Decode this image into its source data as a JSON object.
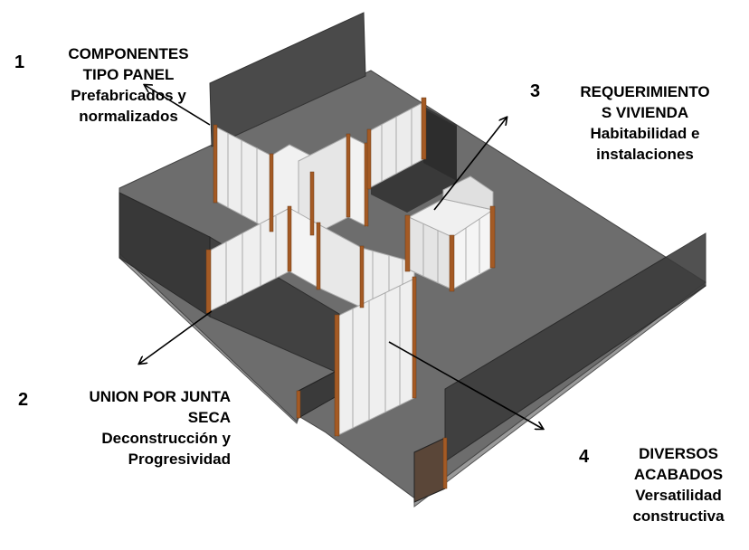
{
  "annotations": [
    {
      "number": "1",
      "title_line1": "COMPONENTES",
      "title_line2": "TIPO PANEL",
      "desc_line1": "Prefabricados y",
      "desc_line2": "normalizados"
    },
    {
      "number": "2",
      "title_line1": "UNION POR JUNTA",
      "title_line2": "SECA",
      "desc_line1": "Deconstrucción y",
      "desc_line2": "Progresividad"
    },
    {
      "number": "3",
      "title_line1": "REQUERIMIENTO",
      "title_line2": "S VIVIENDA",
      "desc_line1": "Habitabilidad e",
      "desc_line2": "instalaciones"
    },
    {
      "number": "4",
      "title_line1": "DIVERSOS",
      "title_line2": "ACABADOS",
      "desc_line1": "Versatilidad",
      "desc_line2": "constructiva"
    }
  ],
  "colors": {
    "slab_top": "#6f6f6f",
    "slab_edge": "#9a9a9a",
    "glass_dark": "#3c3c3c",
    "panel": "#ececec",
    "panel_line": "#b8b8b8",
    "joint_brown": "#a45a24"
  }
}
